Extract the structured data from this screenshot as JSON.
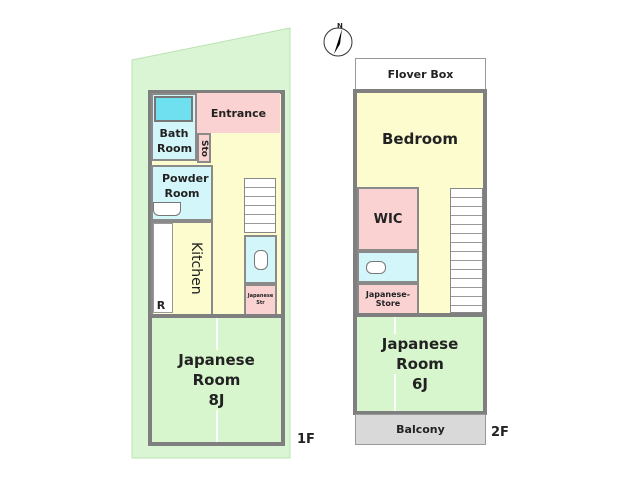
{
  "compass": {
    "label": "N"
  },
  "floor1": {
    "label": "1F",
    "rooms": {
      "entrance": "Entrance",
      "bath": "Bath Room",
      "storage": "Sto",
      "powder": "Powder Room",
      "kitchen": "Kitchen",
      "fridge": "R",
      "jstore": "Japanese Str",
      "jroom": "Japanese Room",
      "jroom_size": "8J"
    }
  },
  "floor2": {
    "label": "2F",
    "rooms": {
      "flowerbox": "Flover Box",
      "bedroom": "Bedroom",
      "wic": "WIC",
      "jstore": "Japanese-Store",
      "jroom": "Japanese Room",
      "jroom_size": "6J",
      "balcony": "Balcony"
    }
  },
  "colors": {
    "lot": "#d9f5d3",
    "hall": "#fcfcce",
    "wet": "#d3f6fa",
    "storage": "#fbd2d2",
    "tatami": "#d7f6cd",
    "wall": "#7f7f7f"
  }
}
